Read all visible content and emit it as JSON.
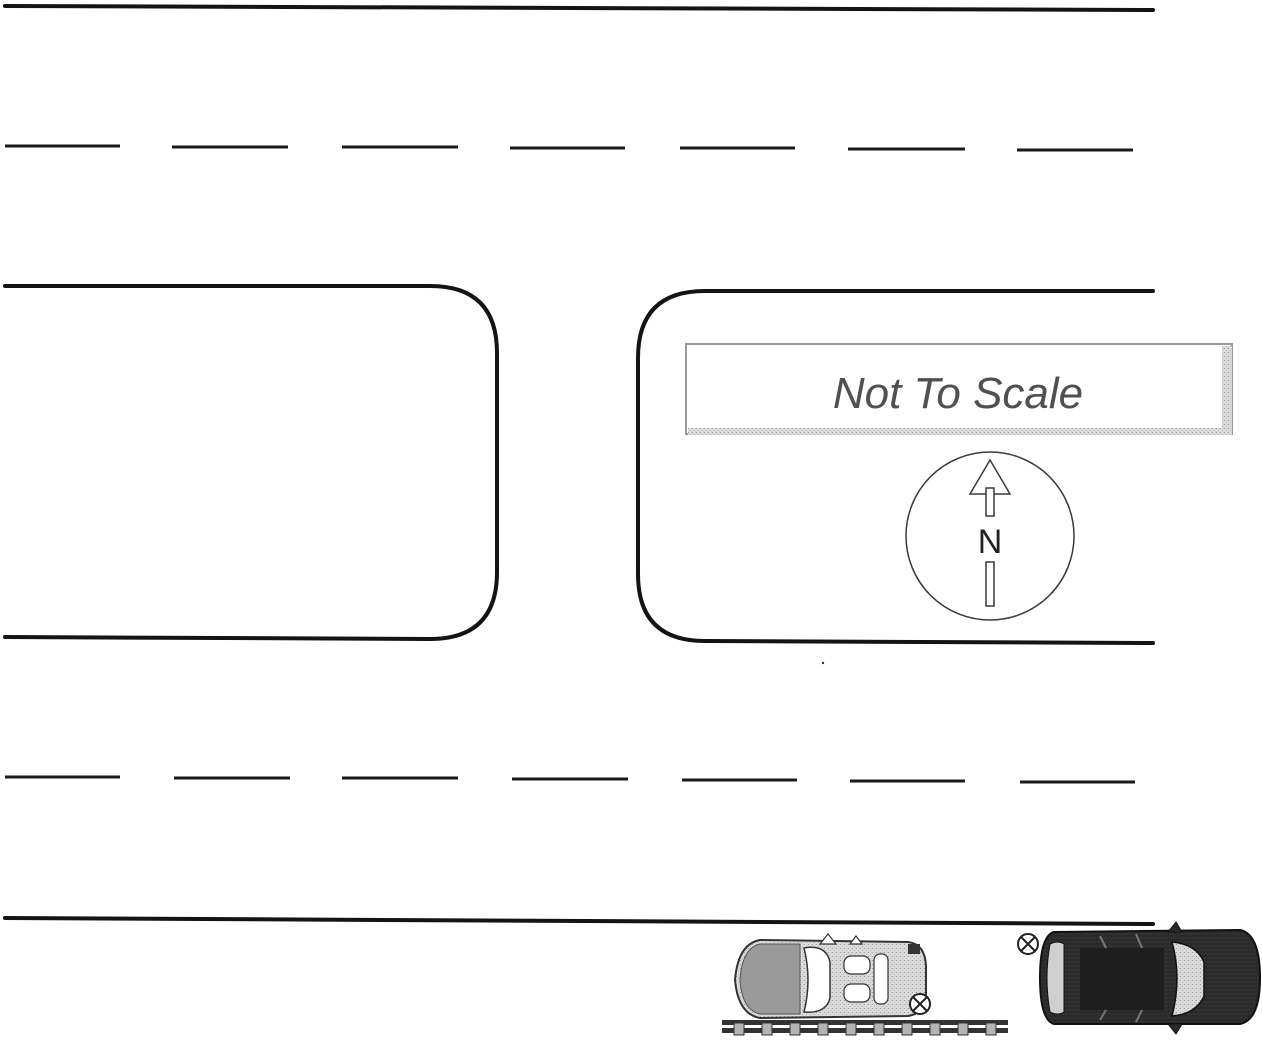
{
  "diagram": {
    "scale_note": "Not To Scale",
    "north_arrow": {
      "letter": "N"
    },
    "vehicles": [
      {
        "kind": "convertible-car",
        "color": "#9a9a9a"
      },
      {
        "kind": "dark-sedan",
        "color": "#2a2a2a"
      }
    ],
    "colors": {
      "line": "#141414",
      "label_text": "#505050",
      "label_box_border": "#9a9a9a",
      "car_gray": "#9a9a9a",
      "car_dark": "#2a2a2a"
    }
  }
}
